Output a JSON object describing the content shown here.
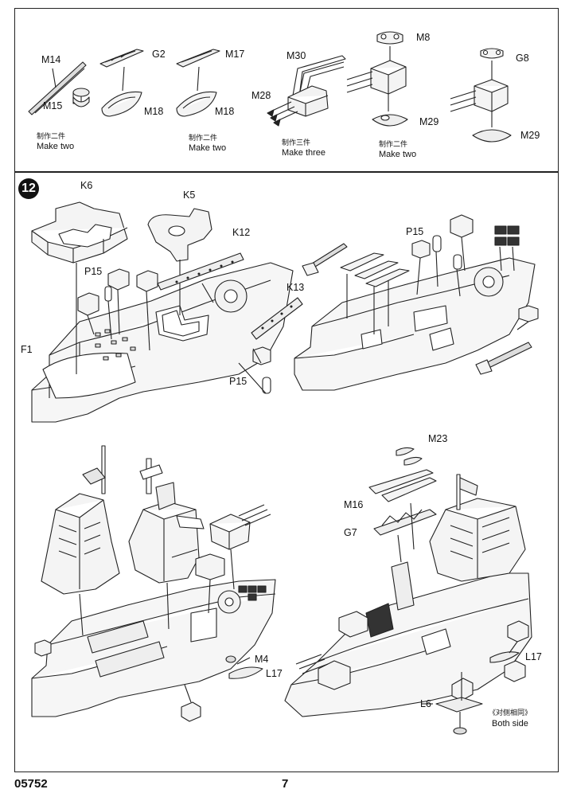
{
  "step": {
    "number": "12"
  },
  "footer": {
    "product_code": "05752",
    "page_number": "7"
  },
  "top_panel": {
    "parts": {
      "m14": "M14",
      "m15": "M15",
      "g2": "G2",
      "m18a": "M18",
      "m17": "M17",
      "m18b": "M18",
      "m30": "M30",
      "m28": "M28",
      "m8": "M8",
      "m29a": "M29",
      "g8": "G8",
      "m29b": "M29"
    },
    "notes": {
      "a_zh": "制作二件",
      "a_en": "Make two",
      "b_zh": "制作三件",
      "b_en": "Make three",
      "c_zh": "制作二件",
      "c_en": "Make two"
    }
  },
  "main_panel": {
    "parts": {
      "k6": "K6",
      "k5": "K5",
      "k12": "K12",
      "p15a": "P15",
      "k13": "K13",
      "f1": "F1",
      "p15b": "P15",
      "p15c": "P15",
      "m23": "M23",
      "m16": "M16",
      "g7": "G7",
      "m4": "M4",
      "l17a": "L17",
      "l17b": "L17",
      "l6": "L6"
    },
    "notes": {
      "both_zh": "《对侧相同》",
      "both_en": "Both side"
    }
  }
}
